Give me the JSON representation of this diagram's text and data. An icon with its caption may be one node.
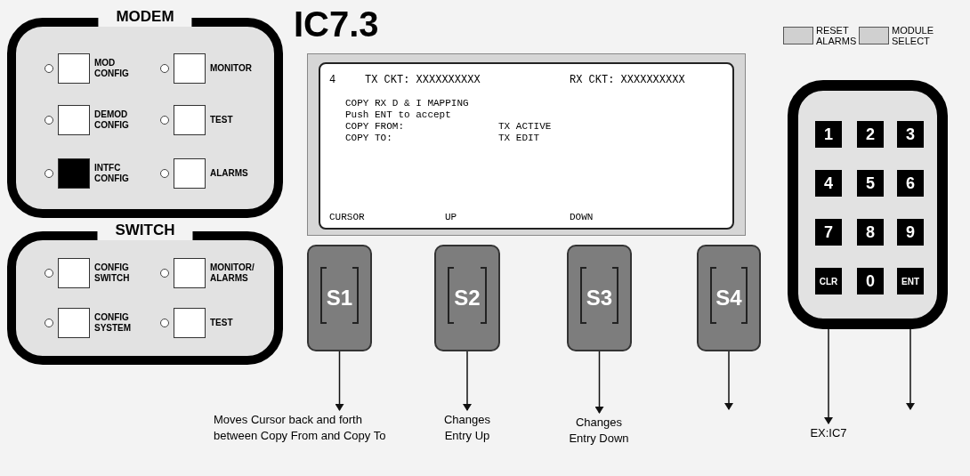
{
  "diagram": {
    "title": "IC7.3",
    "nodes": [
      {
        "text": [
          "MODEM"
        ]
      },
      {
        "text": [
          "MOD CONFIG"
        ],
        "in": 0
      },
      {
        "text": [
          "MONITOR"
        ],
        "in": 0
      },
      {
        "text": [
          "DEMOD CONFIG"
        ],
        "in": 0
      },
      {
        "text": [
          "TEST"
        ],
        "in": 0
      },
      {
        "text": [
          "INTFC CONFIG"
        ],
        "in": 0
      },
      {
        "text": [
          "ALARMS"
        ],
        "in": 0
      },
      {
        "text": [
          "SWITCH"
        ]
      },
      {
        "text": [
          "CONFIG SWITCH"
        ],
        "in": 7
      },
      {
        "text": [
          "MONITOR/ ALARMS"
        ],
        "in": 7
      },
      {
        "text": [
          "CONFIG SYSTEM"
        ],
        "in": 7
      },
      {
        "text": [
          "TEST"
        ],
        "in": 7
      },
      {
        "text": [
          "4",
          "TX CKT: XXXXXXXXXX",
          "RX CKT: XXXXXXXXXX",
          "COPY RX D & I MAPPING",
          "Push ENT to accept",
          "COPY FROM:",
          "TX ACTIVE",
          "COPY TO:",
          "TX EDIT",
          "CURSOR",
          "UP",
          "DOWN"
        ]
      },
      {
        "text": [
          "S1"
        ]
      },
      {
        "text": [
          "S2"
        ]
      },
      {
        "text": [
          "S3"
        ]
      },
      {
        "text": [
          "S4"
        ]
      },
      {
        "text": [
          "RESET ALARMS"
        ]
      },
      {
        "text": [
          "MODULE SELECT"
        ]
      },
      {
        "text": [],
        "shape": "box"
      },
      {
        "text": [
          "1"
        ],
        "in": 19
      },
      {
        "text": [
          "2"
        ],
        "in": 19
      },
      {
        "text": [
          "3"
        ],
        "in": 19
      },
      {
        "text": [
          "4"
        ],
        "in": 19
      },
      {
        "text": [
          "5"
        ],
        "in": 19
      },
      {
        "text": [
          "6"
        ],
        "in": 19
      },
      {
        "text": [
          "7"
        ],
        "in": 19
      },
      {
        "text": [
          "8"
        ],
        "in": 19
      },
      {
        "text": [
          "9"
        ],
        "in": 19
      },
      {
        "text": [
          "CLR"
        ],
        "in": 19
      },
      {
        "text": [
          "0"
        ],
        "in": 19
      },
      {
        "text": [
          "ENT"
        ],
        "in": 19
      },
      {
        "text": [
          "Moves Cursor back and forth between Copy From and Copy To"
        ]
      },
      {
        "text": [
          "Changes Entry Up"
        ]
      },
      {
        "text": [
          "Changes Entry Down"
        ]
      },
      {
        "text": [
          "EX:IC7"
        ]
      }
    ],
    "edges": [
      {
        "from": 13,
        "to": 32,
        "arrow": "to"
      },
      {
        "from": 14,
        "to": 33,
        "arrow": "to"
      },
      {
        "from": 15,
        "to": 34,
        "arrow": "to"
      },
      {
        "from": 16,
        "to": null,
        "arrow": "to"
      },
      {
        "from": 29,
        "to": 35,
        "arrow": "to"
      },
      {
        "from": 31,
        "to": null,
        "arrow": "to"
      }
    ]
  }
}
